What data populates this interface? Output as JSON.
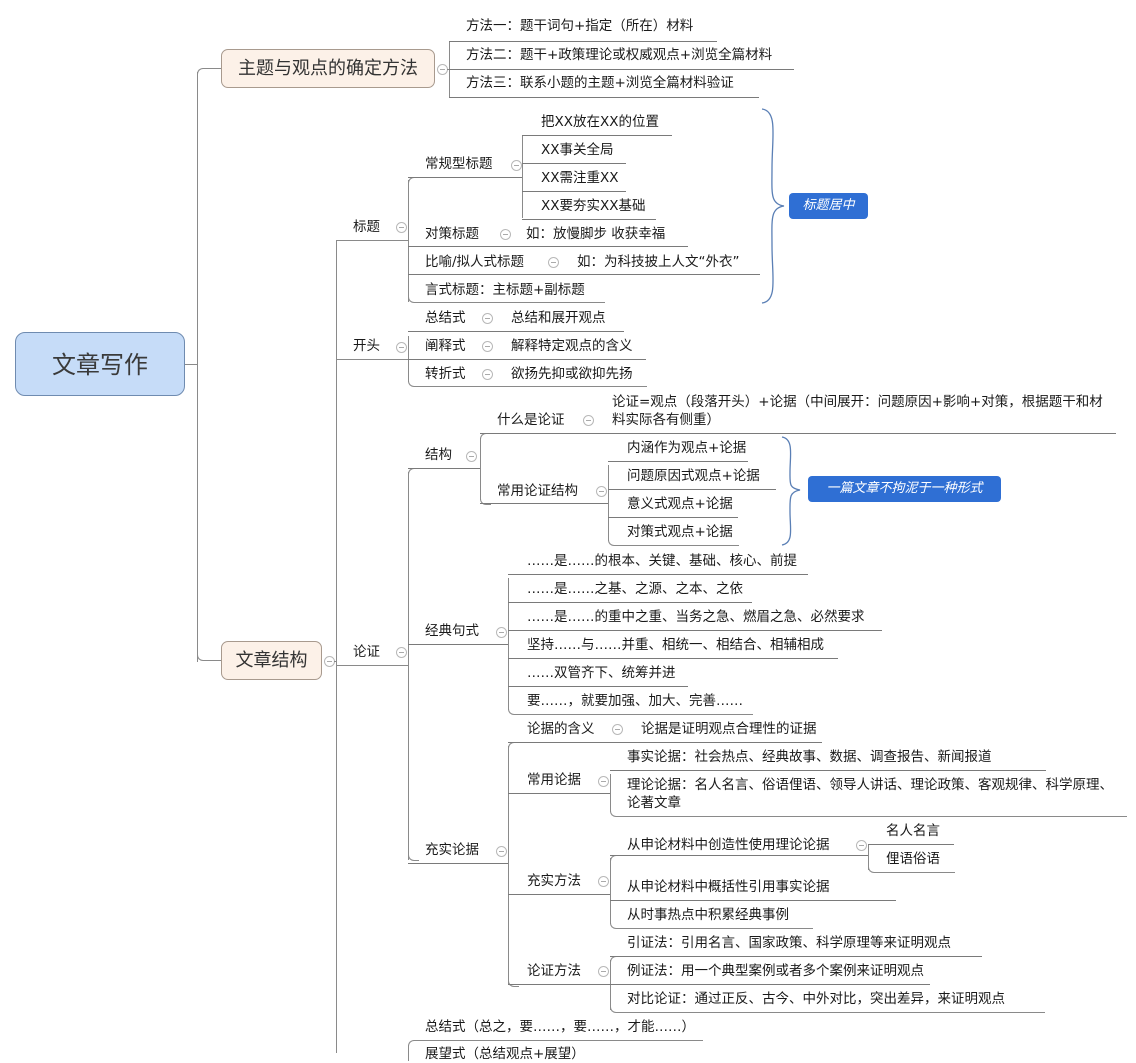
{
  "root": {
    "label": "文章写作"
  },
  "branches": [
    {
      "label": "主题与观点的确定方法",
      "children": [
        "方法一：题干词句+指定（所在）材料",
        "方法二：题干+政策理论或权威观点+浏览全篇材料",
        "方法三：联系小题的主题+浏览全篇材料验证"
      ]
    },
    {
      "label": "文章结构",
      "sections": {
        "title": {
          "label": "标题",
          "conventional": {
            "label": "常规型标题",
            "children": [
              "把XX放在XX的位置",
              "XX事关全局",
              "XX需注重XX",
              "XX要夯实XX基础"
            ]
          },
          "countermeasure": {
            "label": "对策标题",
            "example": "如：放慢脚步  收获幸福"
          },
          "metaphor": {
            "label": "比喻/拟人式标题",
            "example": "如：为科技披上人文“外衣”"
          },
          "quote": {
            "label": "言式标题：主标题+副标题"
          },
          "callout": "标题居中"
        },
        "opening": {
          "label": "开头",
          "children": [
            {
              "label": "总结式",
              "desc": "总结和展开观点"
            },
            {
              "label": "阐释式",
              "desc": "解释特定观点的含义"
            },
            {
              "label": "转折式",
              "desc": "欲扬先抑或欲抑先扬"
            }
          ]
        },
        "argument": {
          "label": "论证",
          "structure": {
            "label": "结构",
            "what": {
              "label": "什么是论证",
              "desc": "论证=观点（段落开头）+论据（中间展开：问题原因+影响+对策，根据题干和材料实际各有侧重）"
            },
            "common": {
              "label": "常用论证结构",
              "children": [
                "内涵作为观点+论据",
                "问题原因式观点+论据",
                "意义式观点+论据",
                "对策式观点+论据"
              ],
              "callout": "一篇文章不拘泥于一种形式"
            }
          },
          "classic": {
            "label": "经典句式",
            "children": [
              "……是……的根本、关键、基础、核心、前提",
              "……是……之基、之源、之本、之依",
              "……是……的重中之重、当务之急、燃眉之急、必然要求",
              "坚持……与……并重、相统一、相结合、相辅相成",
              "……双管齐下、统筹并进",
              "要……，就要加强、加大、完善……"
            ]
          },
          "evidence": {
            "label": "充实论据",
            "meaning": {
              "label": "论据的含义",
              "desc": "论据是证明观点合理性的证据"
            },
            "common": {
              "label": "常用论据",
              "children": [
                "事实论据：社会热点、经典故事、数据、调查报告、新闻报道",
                "理论论据：名人名言、俗语俚语、领导人讲话、理论政策、客观规律、科学原理、论著文章"
              ]
            },
            "methods": {
              "label": "充实方法",
              "creative": {
                "label": "从申论材料中创造性使用理论论据",
                "children": [
                  "名人名言",
                  "俚语俗语"
                ]
              },
              "children": [
                "从申论材料中概括性引用事实论据",
                "从时事热点中积累经典事例"
              ]
            },
            "argue": {
              "label": "论证方法",
              "children": [
                "引证法：引用名言、国家政策、科学原理等来证明观点",
                "例证法：用一个典型案例或者多个案例来证明观点",
                "对比论证：通过正反、古今、中外对比，突出差异，来证明观点"
              ]
            }
          }
        },
        "ending": {
          "children": [
            "总结式（总之，要……，要……，才能……）",
            "展望式（总结观点+展望）"
          ]
        }
      }
    }
  ],
  "colors": {
    "root_fill": "#c6dcf8",
    "main_fill": "#fcf1e8",
    "callout_fill": "#2f6fd4",
    "line": "#8a8a8a"
  }
}
